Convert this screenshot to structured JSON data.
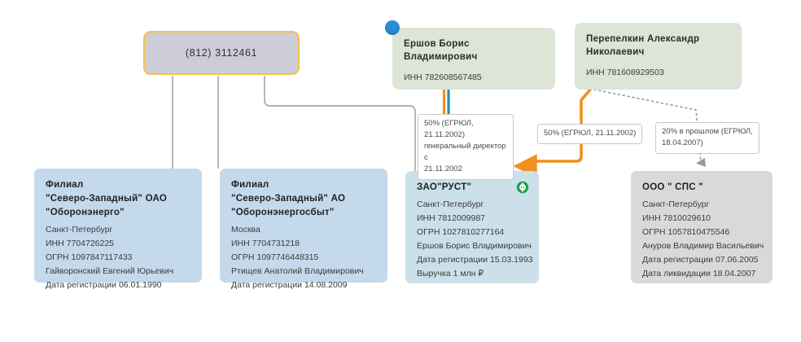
{
  "diagram": {
    "title": "Ownership and affiliation graph",
    "colors": {
      "phone_fill": "#cdcdd8",
      "phone_border": "#f2c14a",
      "person_fill": "#dde5d6",
      "branch_fill": "#c4d9ec",
      "focus_fill": "#cbe0e8",
      "liquidated_fill": "#d9d9d9",
      "edge_gray": "#9a9a9a",
      "edge_orange": "#f0901e",
      "edge_teal": "#2a8fa8",
      "badge_blue": "#2a8fd6",
      "icon_green": "#1ba049"
    }
  },
  "nodes": {
    "phone": {
      "label": "(812) 3112461",
      "kind": "phone-node"
    },
    "ershov": {
      "name": "Ершов  Борис  Владимирович",
      "inn": "ИНН 782608567485",
      "badge": "selected-dot",
      "kind": "person-node"
    },
    "perepelkin": {
      "name": "Перепелкин Александр\nНиколаевич",
      "inn": "ИНН 781608929503",
      "kind": "person-node"
    },
    "branch1": {
      "title": "Филиал\n\"Северо-Западный\"  ОАО\n\"Оборонэнерго\"",
      "lines": [
        "Санкт-Петербург",
        "ИНН 7704726225",
        "ОГРН 1097847117433",
        "Гайворонский Евгений Юрьевич",
        "Дата регистрации 06.01.1990"
      ],
      "kind": "company-branch"
    },
    "branch2": {
      "title": "Филиал\n\"Северо-Западный\"  АО\n\"Оборонэнергосбыт\"",
      "lines": [
        "Москва",
        "ИНН 7704731218",
        "ОГРН 1097746448315",
        "Ртищев Анатолий Владимирович",
        "Дата регистрации 14.08.2009"
      ],
      "kind": "company-branch"
    },
    "rust": {
      "title": "ЗАО\"РУСТ\"",
      "lines": [
        "Санкт-Петербург",
        "ИНН 7812009987",
        "ОГРН 1027810277164",
        "Ершов Борис Владимирович",
        "Дата регистрации 15.03.1993",
        "Выручка 1 млн ₽"
      ],
      "icon": "refresh-circle-icon",
      "kind": "company-focus"
    },
    "sps": {
      "title": "ООО \"  СПС  \"",
      "lines": [
        "Санкт-Петербург",
        "ИНН 7810029610",
        "ОГРН 1057810475546",
        "Ануров Владимир Васильевич",
        "Дата регистрации 07.06.2005",
        "Дата ликвидации 18.04.2007"
      ],
      "kind": "company-liquidated"
    }
  },
  "edges": {
    "ershov_rust_label": "50% (ЕГРЮЛ, 21.11.2002)\nгенеральный директор с\n21.11.2002",
    "perepelkin_rust_label": "50% (ЕГРЮЛ, 21.11.2002)",
    "perepelkin_sps_label": "20% в прошлом (ЕГРЮЛ,\n18.04.2007)"
  }
}
